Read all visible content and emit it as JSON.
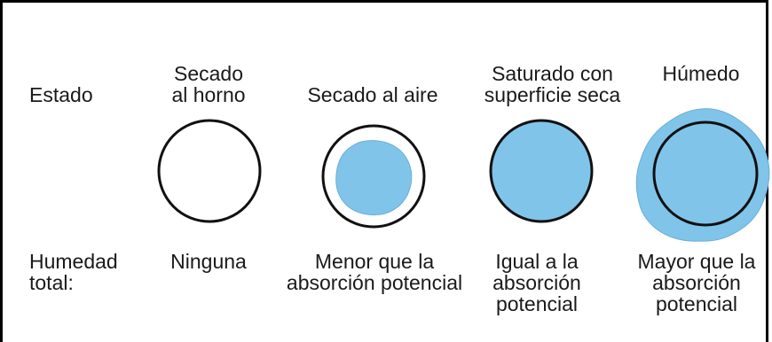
{
  "rows": {
    "state_label": "Estado",
    "moisture_label": [
      "Humedad",
      "total:"
    ]
  },
  "states": [
    {
      "name": [
        "Secado",
        "al horno"
      ],
      "moisture": [
        "Ninguna"
      ]
    },
    {
      "name": [
        "Secado al aire"
      ],
      "moisture": [
        "Menor que la",
        "absorción potencial"
      ]
    },
    {
      "name": [
        "Saturado con",
        "superficie seca"
      ],
      "moisture": [
        "Igual a la",
        "absorción",
        "potencial"
      ]
    },
    {
      "name": [
        "Húmedo"
      ],
      "moisture": [
        "Mayor que la",
        "absorción",
        "potencial"
      ]
    }
  ],
  "colors": {
    "water": "#80c4ea",
    "outline": "#111111",
    "frame": "#000000"
  }
}
